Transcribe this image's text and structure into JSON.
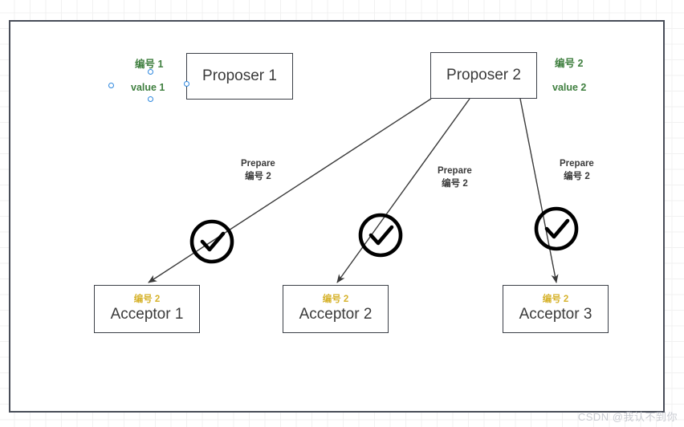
{
  "diagram": {
    "title_watermark": "CSDN @我认不到你",
    "colors": {
      "canvas_border": "#484d58",
      "node_border": "#3b3f47",
      "proposer_annotation": "#3f7f3f",
      "acceptor_tag": "#d6b22b",
      "edge_line": "#3a3a3a",
      "handle_blue": "#2d87de",
      "watermark": "#c9ccd2",
      "grid": "#f1f1f1"
    },
    "proposers": [
      {
        "id": "proposer-1",
        "label": "Proposer 1",
        "annotation_number": "编号 1",
        "annotation_value": "value 1"
      },
      {
        "id": "proposer-2",
        "label": "Proposer 2",
        "annotation_number": "编号 2",
        "annotation_value": "value 2"
      }
    ],
    "acceptors": [
      {
        "id": "acceptor-1",
        "label": "Acceptor 1",
        "tag": "编号 2"
      },
      {
        "id": "acceptor-2",
        "label": "Acceptor 2",
        "tag": "编号 2"
      },
      {
        "id": "acceptor-3",
        "label": "Acceptor 3",
        "tag": "编号 2"
      }
    ],
    "edges": [
      {
        "id": "edge-1",
        "from": "proposer-2",
        "to": "acceptor-1",
        "line1": "Prepare",
        "line2": "编号 2",
        "status": "check"
      },
      {
        "id": "edge-2",
        "from": "proposer-2",
        "to": "acceptor-2",
        "line1": "Prepare",
        "line2": "编号 2",
        "status": "check"
      },
      {
        "id": "edge-3",
        "from": "proposer-2",
        "to": "acceptor-3",
        "line1": "Prepare",
        "line2": "编号 2",
        "status": "check"
      }
    ],
    "status_icons": [
      {
        "id": "check-1",
        "name": "check-circle-icon"
      },
      {
        "id": "check-2",
        "name": "check-circle-icon"
      },
      {
        "id": "check-3",
        "name": "check-circle-icon"
      }
    ]
  }
}
